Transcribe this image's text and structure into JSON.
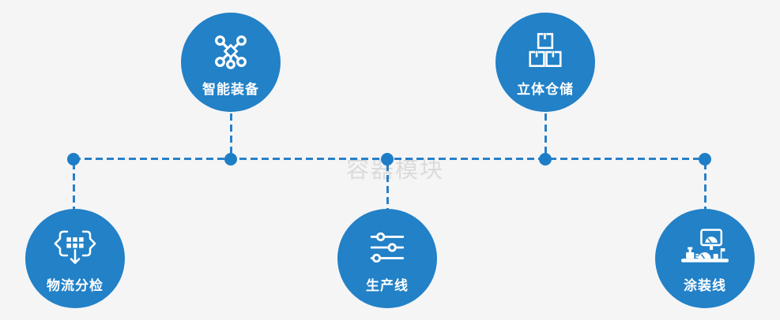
{
  "diagram": {
    "watermark": "容器模块",
    "colors": {
      "node_blue": "#2281c7",
      "connector_blue": "#2a80c8",
      "junction_dot_blue": "#1e7dc7",
      "icon_white": "#ffffff",
      "background_gray": "#f5f5f6",
      "watermark_gray": "#d7d7d8",
      "label_text": "#ffffff"
    },
    "nodes": [
      {
        "label": "智能装备",
        "icon": "network-nodes-icon",
        "row": "top"
      },
      {
        "label": "立体仓储",
        "icon": "stacked-boxes-icon",
        "row": "top"
      },
      {
        "label": "物流分检",
        "icon": "sorting-grid-arrows-icon",
        "row": "bottom"
      },
      {
        "label": "生产线",
        "icon": "sliders-icon",
        "row": "bottom"
      },
      {
        "label": "涂装线",
        "icon": "control-console-icon",
        "row": "bottom"
      }
    ]
  }
}
